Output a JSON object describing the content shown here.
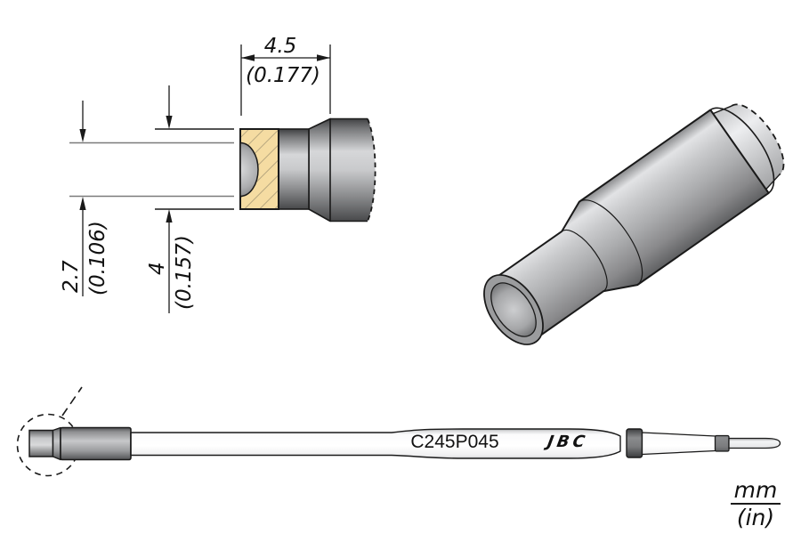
{
  "product": {
    "code": "C245P045",
    "brand": "JBC"
  },
  "units_legend": {
    "primary": "mm",
    "secondary": "(in)"
  },
  "dimensions": {
    "tip_length": {
      "mm": "4.5",
      "in": "(0.177)"
    },
    "tip_diameter": {
      "mm": "2.7",
      "in": "(0.106)"
    },
    "cartridge_diameter": {
      "mm": "4",
      "in": "(0.157)"
    }
  },
  "colors": {
    "background": "#FFFFFF",
    "outline": "#1A1A1A",
    "section_hatch_fill": "#F5DCA2",
    "section_hatch_line": "#9C8F6F",
    "metal_mid_gray": "#A9AAAC",
    "witness_line_gray": "#7A7A7A"
  }
}
